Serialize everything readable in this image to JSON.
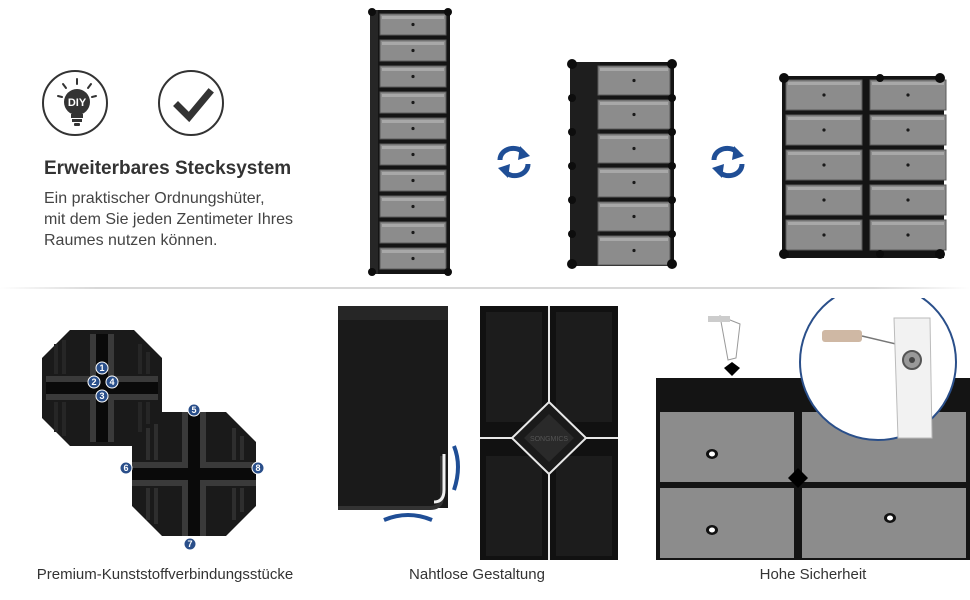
{
  "feature": {
    "diy_badge": "DIY",
    "headline": "Erweiterbares Stecksystem",
    "description_lines": [
      "Ein praktischer Ordnungshüter,",
      "mit dem Sie jeden Zentimeter Ihres",
      "Raumes nutzen können."
    ]
  },
  "connector_numbers": [
    "1",
    "2",
    "3",
    "4",
    "5",
    "6",
    "7",
    "8"
  ],
  "seamless": {
    "brand_mark": "SONGMICS"
  },
  "captions": {
    "connectors": "Premium-Kunststoffverbindungsstücke",
    "seamless": "Nahtlose Gestaltung",
    "safety": "Hohe Sicherheit"
  },
  "colors": {
    "panel_gray": "#8c8c8c",
    "frame_black": "#141414",
    "arrow_blue": "#1f4e96",
    "badge_blue": "#2a4f8a",
    "text": "#333333"
  }
}
